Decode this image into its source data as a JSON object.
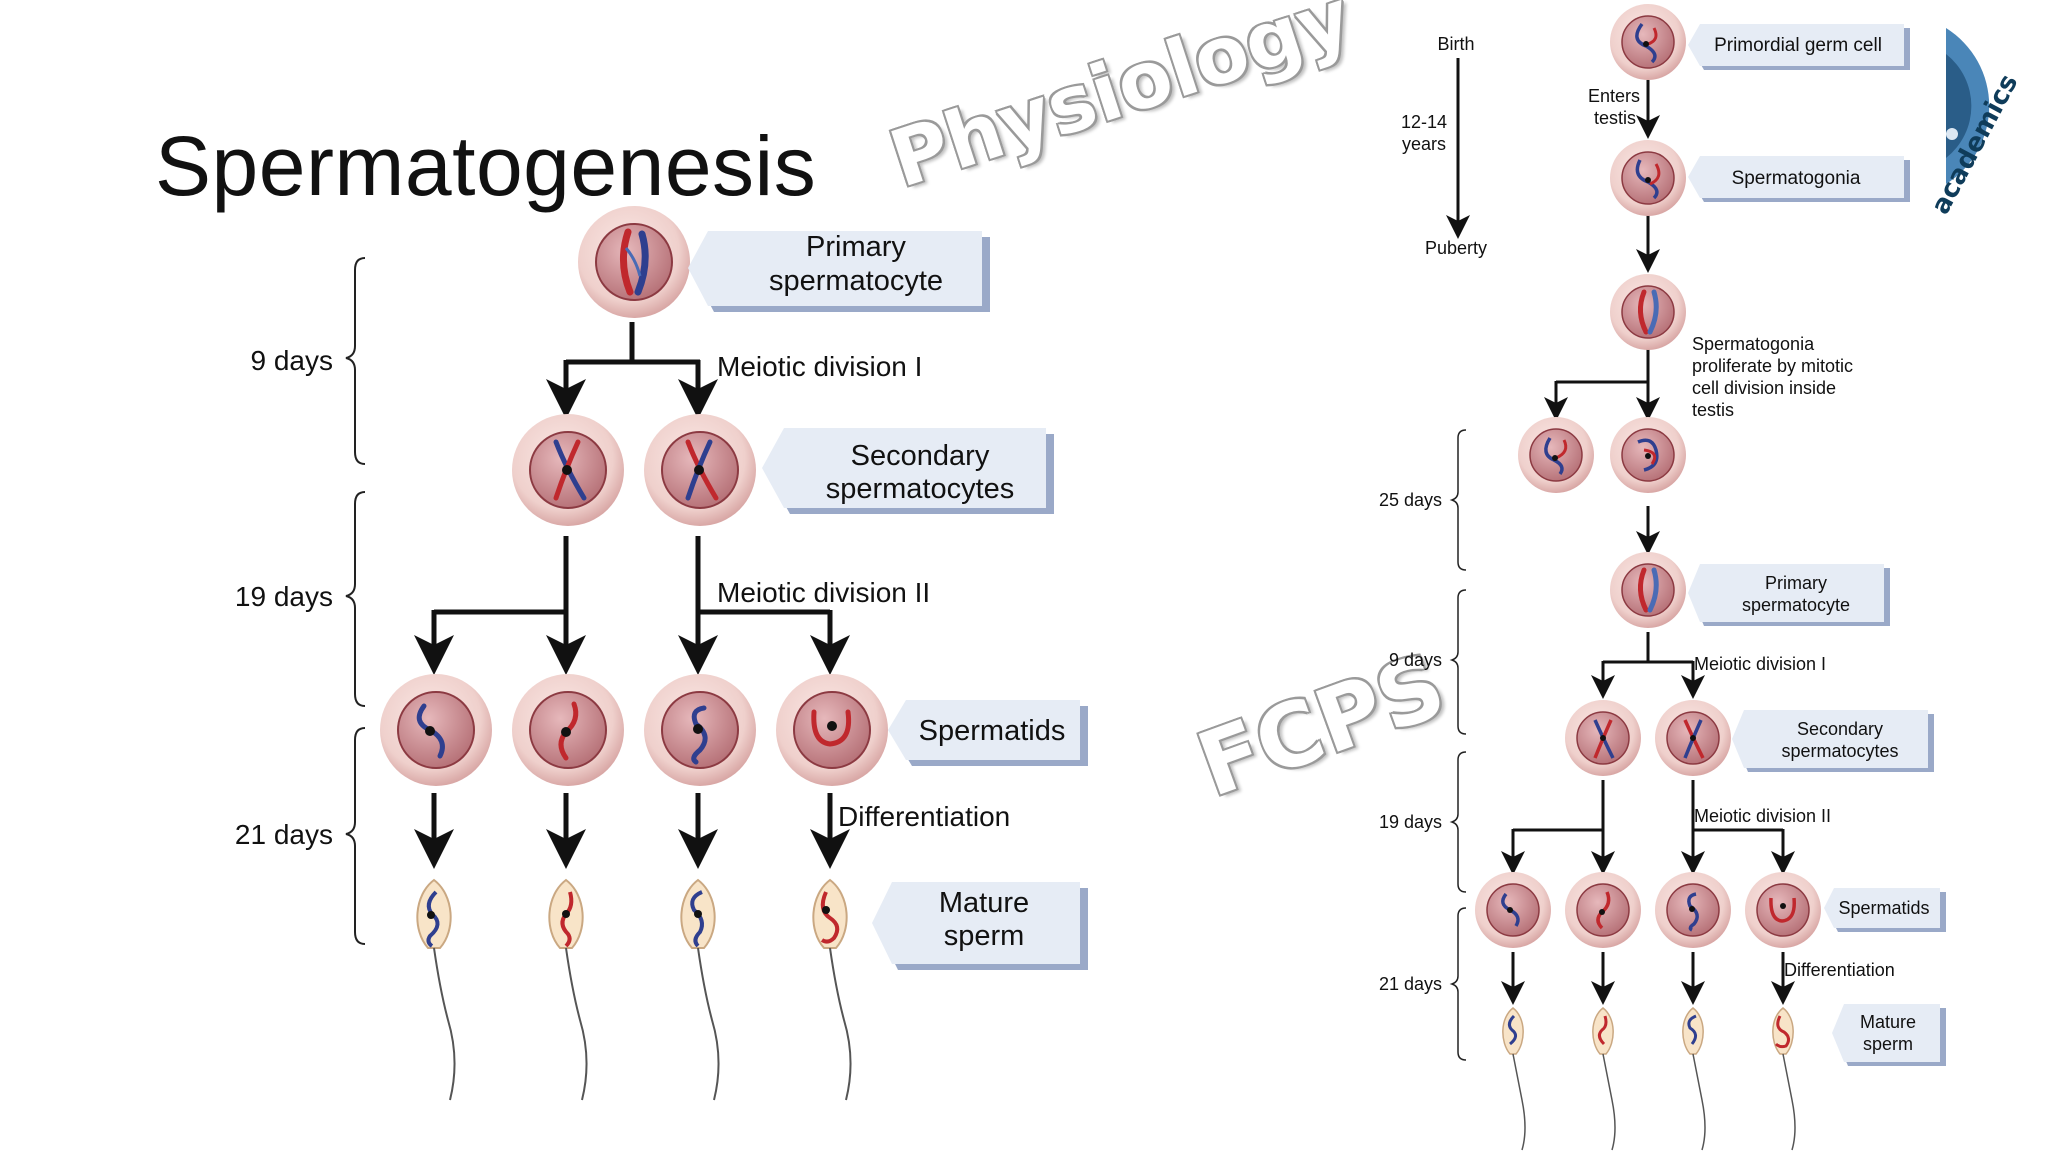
{
  "slide": {
    "title": "Spermatogenesis",
    "watermarks": [
      "Physiology",
      "FCPS"
    ],
    "logo_text": "academics"
  },
  "colors": {
    "cell_outer": "#efd0cc",
    "cell_inner": "#c98a8e",
    "chromosome_red": "#c0282d",
    "chromosome_blue": "#2f3f8f",
    "callout_fill": "#e6ecf5",
    "callout_shadow": "#9aa9c8",
    "sperm_head": "#f8e4c8"
  },
  "left_diagram": {
    "callouts": {
      "primary": [
        "Primary",
        "spermatocyte"
      ],
      "secondary": [
        "Secondary",
        "spermatocytes"
      ],
      "spermatids": "Spermatids",
      "mature": [
        "Mature",
        "sperm"
      ]
    },
    "steps": {
      "meiotic_1": "Meiotic division I",
      "meiotic_2": "Meiotic division II",
      "differentiation": "Differentiation"
    },
    "durations": [
      "9 days",
      "19 days",
      "21 days"
    ]
  },
  "right_diagram": {
    "timeline": {
      "birth": "Birth",
      "years": [
        "12-14",
        "years"
      ],
      "puberty": "Puberty"
    },
    "enters": [
      "Enters",
      "testis"
    ],
    "callouts": {
      "germ": "Primordial germ cell",
      "spermatogonia": "Spermatogonia",
      "primary": [
        "Primary",
        "spermatocyte"
      ],
      "secondary": [
        "Secondary",
        "spermatocytes"
      ],
      "spermatids": "Spermatids",
      "mature": [
        "Mature",
        "sperm"
      ]
    },
    "proliferate_note": [
      "Spermatogonia",
      "proliferate by mitotic",
      "cell division inside",
      "testis"
    ],
    "steps": {
      "meiotic_1": "Meiotic division I",
      "meiotic_2": "Meiotic division II",
      "differentiation": "Differentiation"
    },
    "durations": [
      "25 days",
      "9 days",
      "19 days",
      "21 days"
    ]
  }
}
